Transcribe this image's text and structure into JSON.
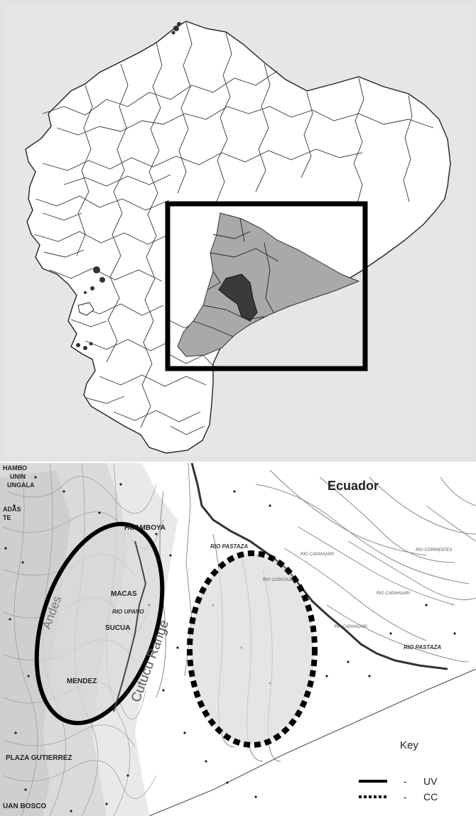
{
  "top_map": {},
  "bottom_map": {
    "country_label": "Ecuador",
    "towns": [
      {
        "label": "HUAMBOYA"
      },
      {
        "label": "MACAS"
      },
      {
        "label": "SUCUA"
      },
      {
        "label": "MENDEZ"
      },
      {
        "label": "PLAZA GUTIERREZ"
      },
      {
        "label": "UAN BOSCO"
      },
      {
        "label": "HAMBO"
      },
      {
        "label": "UNIN"
      },
      {
        "label": "UNGALA"
      },
      {
        "label": "ADAS"
      },
      {
        "label": "TE"
      }
    ],
    "ranges": [
      {
        "label": "Cutucu Range"
      },
      {
        "label": "Andes"
      }
    ],
    "rivers": [
      {
        "label": "RIO PASTAZA"
      },
      {
        "label": "RIO PASTAZA"
      },
      {
        "label": "RIO UPANO"
      },
      {
        "label": "RIO CAPAHUARI"
      },
      {
        "label": "RIO CORRIENTES"
      },
      {
        "label": "RIO COPATAZA"
      },
      {
        "label": "RIO CAPAHUARI"
      },
      {
        "label": "RIO CAPAHUARI"
      }
    ],
    "key": {
      "title": "Key",
      "items": [
        {
          "line": "solid",
          "dash": "-",
          "label": "UV"
        },
        {
          "line": "dotted",
          "dash": "-",
          "label": "CC"
        }
      ]
    }
  },
  "colors": {
    "sea": "#e3e3e3",
    "land": "#ffffff",
    "province_light": "#a9a9a9",
    "province_dark": "#3a3a3a",
    "study_area_fill": "#dcdcdc",
    "frame": "#000000"
  }
}
